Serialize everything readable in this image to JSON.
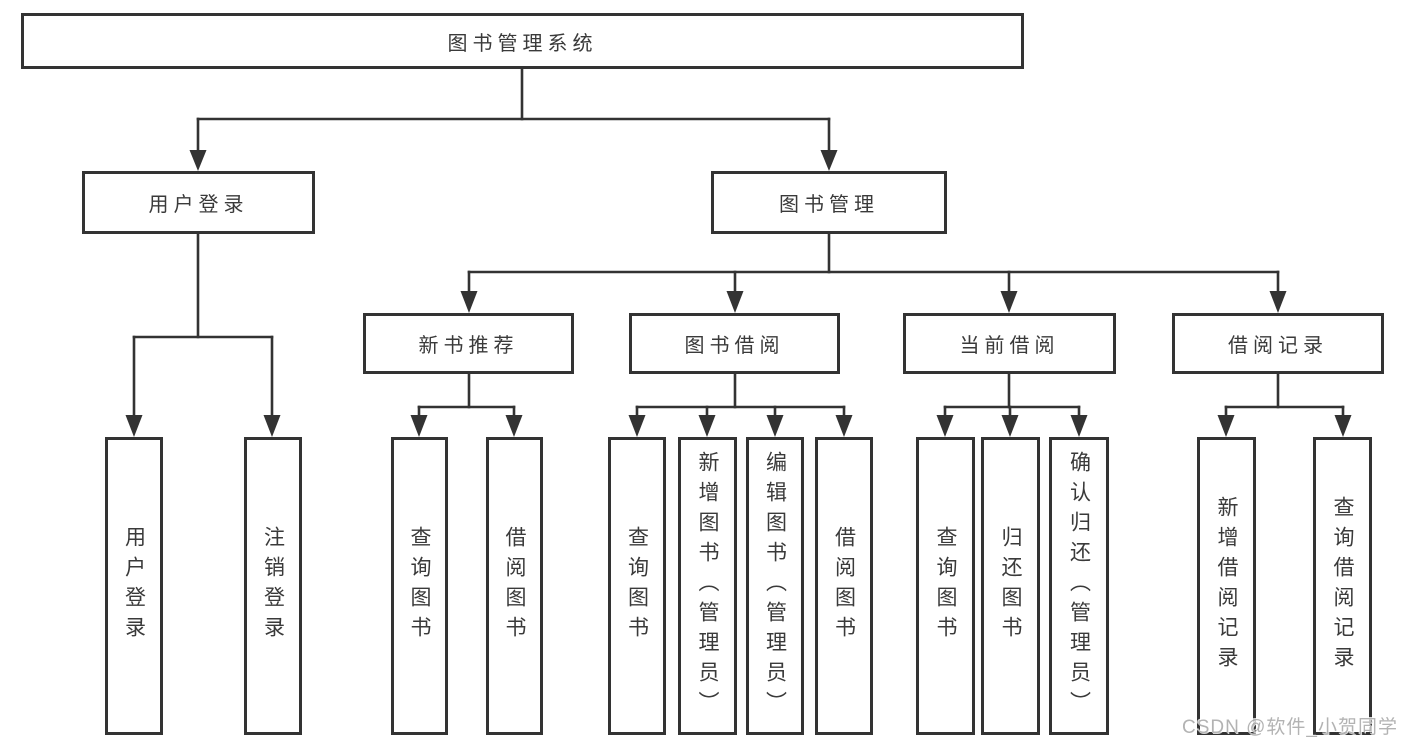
{
  "colors": {
    "line": "#333333",
    "text": "#3a3a3a",
    "box-bg": "#ffffff",
    "watermark": "#b3b3b3",
    "canvas-bg": "#ffffff"
  },
  "watermark": "CSDN @软件_小贺同学",
  "tree": {
    "label": "图书管理系统",
    "children": [
      {
        "label": "用户登录",
        "children": [
          {
            "label": "用户登录"
          },
          {
            "label": "注销登录"
          }
        ]
      },
      {
        "label": "图书管理",
        "children": [
          {
            "label": "新书推荐",
            "children": [
              {
                "label": "查询图书"
              },
              {
                "label": "借阅图书"
              }
            ]
          },
          {
            "label": "图书借阅",
            "children": [
              {
                "label": "查询图书"
              },
              {
                "label": "新增图书（管理员）"
              },
              {
                "label": "编辑图书（管理员）"
              },
              {
                "label": "借阅图书"
              }
            ]
          },
          {
            "label": "当前借阅",
            "children": [
              {
                "label": "查询图书"
              },
              {
                "label": "归还图书"
              },
              {
                "label": "确认归还（管理员）"
              }
            ]
          },
          {
            "label": "借阅记录",
            "children": [
              {
                "label": "新增借阅记录"
              },
              {
                "label": "查询借阅记录"
              }
            ]
          }
        ]
      }
    ]
  }
}
